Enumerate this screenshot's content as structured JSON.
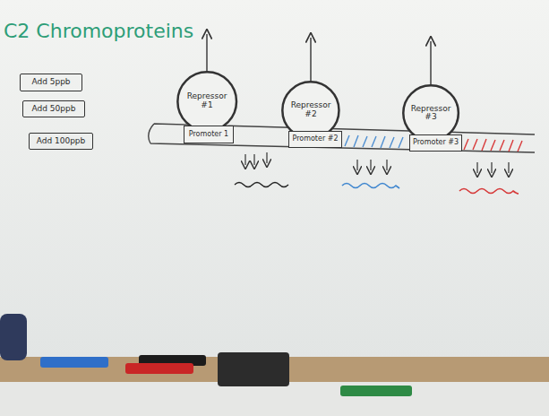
{
  "diagram": {
    "title": "C2 Chromoproteins",
    "nodes": [
      {
        "text": [
          "Add 5ppb"
        ]
      },
      {
        "text": [
          "Add 50ppb"
        ]
      },
      {
        "text": [
          "Add 100ppb"
        ]
      },
      {
        "text": [
          "Repressor #1"
        ]
      },
      {
        "text": [
          "Repressor #2"
        ]
      },
      {
        "text": [
          "Repressor #3"
        ]
      },
      {
        "text": [
          "Promoter 1"
        ]
      },
      {
        "text": [
          "Promoter #2"
        ]
      },
      {
        "text": [
          "Promoter #3"
        ]
      }
    ]
  }
}
